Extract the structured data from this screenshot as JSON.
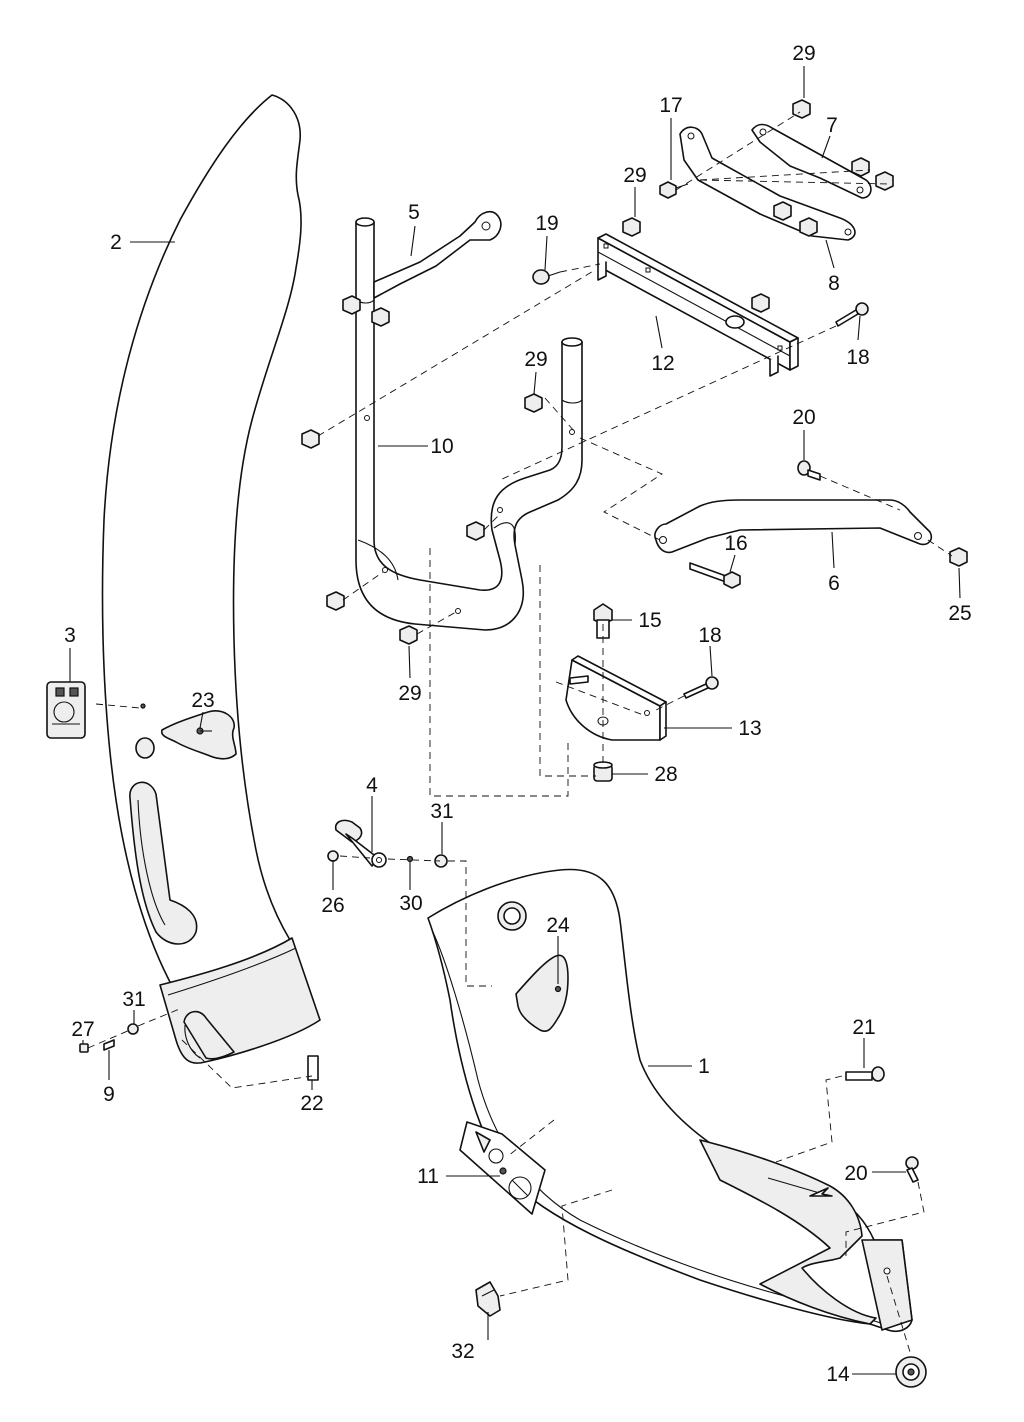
{
  "callouts": [
    {
      "id": "c29a",
      "text": "29"
    },
    {
      "id": "c17",
      "text": "17"
    },
    {
      "id": "c7",
      "text": "7"
    },
    {
      "id": "c29b",
      "text": "29"
    },
    {
      "id": "c5",
      "text": "5"
    },
    {
      "id": "c19",
      "text": "19"
    },
    {
      "id": "c2",
      "text": "2"
    },
    {
      "id": "c8",
      "text": "8"
    },
    {
      "id": "c12",
      "text": "12"
    },
    {
      "id": "c18a",
      "text": "18"
    },
    {
      "id": "c29c",
      "text": "29"
    },
    {
      "id": "c10",
      "text": "10"
    },
    {
      "id": "c20a",
      "text": "20"
    },
    {
      "id": "c16",
      "text": "16"
    },
    {
      "id": "c6",
      "text": "6"
    },
    {
      "id": "c25",
      "text": "25"
    },
    {
      "id": "c15",
      "text": "15"
    },
    {
      "id": "c18b",
      "text": "18"
    },
    {
      "id": "c3",
      "text": "3"
    },
    {
      "id": "c23",
      "text": "23"
    },
    {
      "id": "c29d",
      "text": "29"
    },
    {
      "id": "c13",
      "text": "13"
    },
    {
      "id": "c28",
      "text": "28"
    },
    {
      "id": "c4",
      "text": "4"
    },
    {
      "id": "c31a",
      "text": "31"
    },
    {
      "id": "c26",
      "text": "26"
    },
    {
      "id": "c30",
      "text": "30"
    },
    {
      "id": "c24",
      "text": "24"
    },
    {
      "id": "c31b",
      "text": "31"
    },
    {
      "id": "c27",
      "text": "27"
    },
    {
      "id": "c21",
      "text": "21"
    },
    {
      "id": "c1",
      "text": "1"
    },
    {
      "id": "c9",
      "text": "9"
    },
    {
      "id": "c22",
      "text": "22"
    },
    {
      "id": "c20b",
      "text": "20"
    },
    {
      "id": "c11",
      "text": "11"
    },
    {
      "id": "c32",
      "text": "32"
    },
    {
      "id": "c14",
      "text": "14"
    }
  ]
}
